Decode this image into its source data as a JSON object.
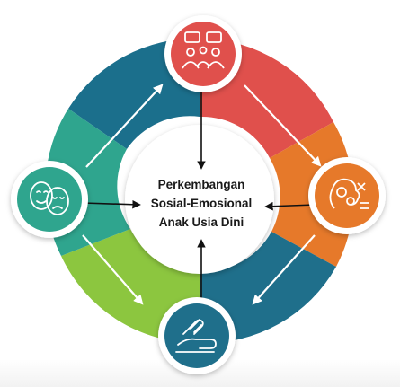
{
  "center": {
    "lines": [
      "Perkembangan",
      "Sosial-Emosional",
      "Anak Usia Dini"
    ]
  },
  "nodes": [
    {
      "id": "top",
      "icon": "social-interaction-icon",
      "color": "#e0504c"
    },
    {
      "id": "right",
      "icon": "brain-gears-icon",
      "color": "#e6792a"
    },
    {
      "id": "bottom",
      "icon": "helping-hands-icon",
      "color": "#1f6f8b"
    },
    {
      "id": "left",
      "icon": "emotion-faces-icon",
      "color": "#2fa58e"
    }
  ],
  "ring_colors": {
    "top_left": "#1b6f8c",
    "top_right": "#e0504c",
    "right": "#e6792a",
    "bottom_right": "#1f6f8b",
    "bottom_left": "#8cc63f",
    "left": "#2fa58e"
  }
}
